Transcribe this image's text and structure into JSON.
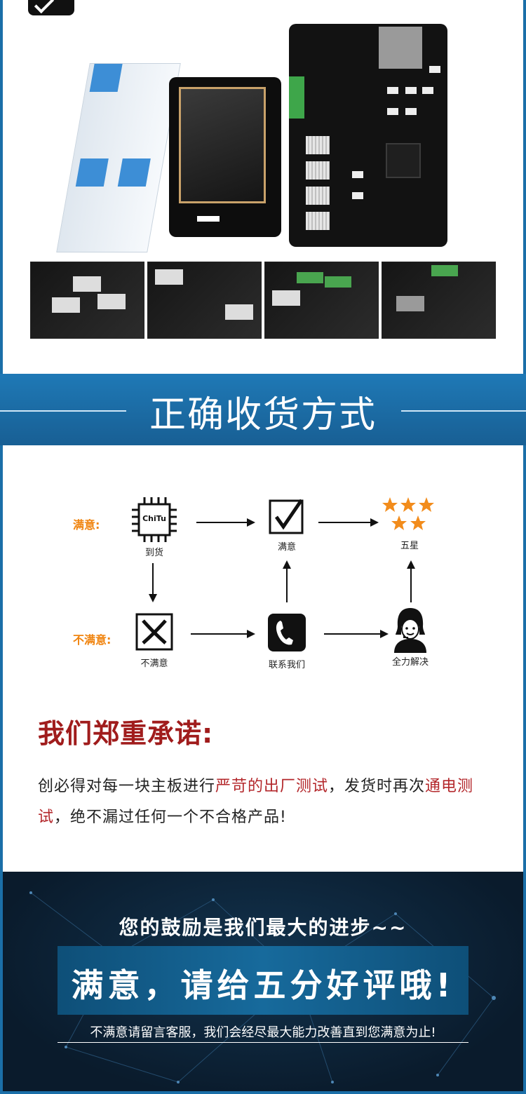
{
  "top": {
    "title_chars": [
      "技",
      "朮"
    ]
  },
  "heading": {
    "title": "正确收货方式"
  },
  "flow": {
    "satisfied_label": "满意:",
    "unsatisfied_label": "不满意:",
    "chip_text": "ChiTu",
    "nodes": {
      "arrival": "到货",
      "satisfied": "满意",
      "five_star": "五星",
      "unsatisfied": "不满意",
      "contact": "联系我们",
      "resolve": "全力解决"
    }
  },
  "promise": {
    "title": "我们郑重承诺:",
    "p1": "创必得对每一块主板进行",
    "p2": "严苛的出厂测试",
    "p3": "，发货时再次",
    "p4": "通电测试",
    "p5": "，绝不漏过任何一个不合格产品!"
  },
  "footer": {
    "encourage": "您的鼓励是我们最大的进步~~",
    "cta": "满意，请给五分好评哦!",
    "note": "不满意请留言客服，我们会经尽最大能力改善直到您满意为止!"
  },
  "colors": {
    "accent_blue": "#1b6fa8",
    "promise_red": "#a01c1c",
    "label_orange": "#f0840f",
    "star_orange": "#f28c1c"
  },
  "icons": [
    "chip-icon",
    "check-box-icon",
    "stars-icon",
    "cross-box-icon",
    "phone-icon",
    "support-agent-icon"
  ]
}
